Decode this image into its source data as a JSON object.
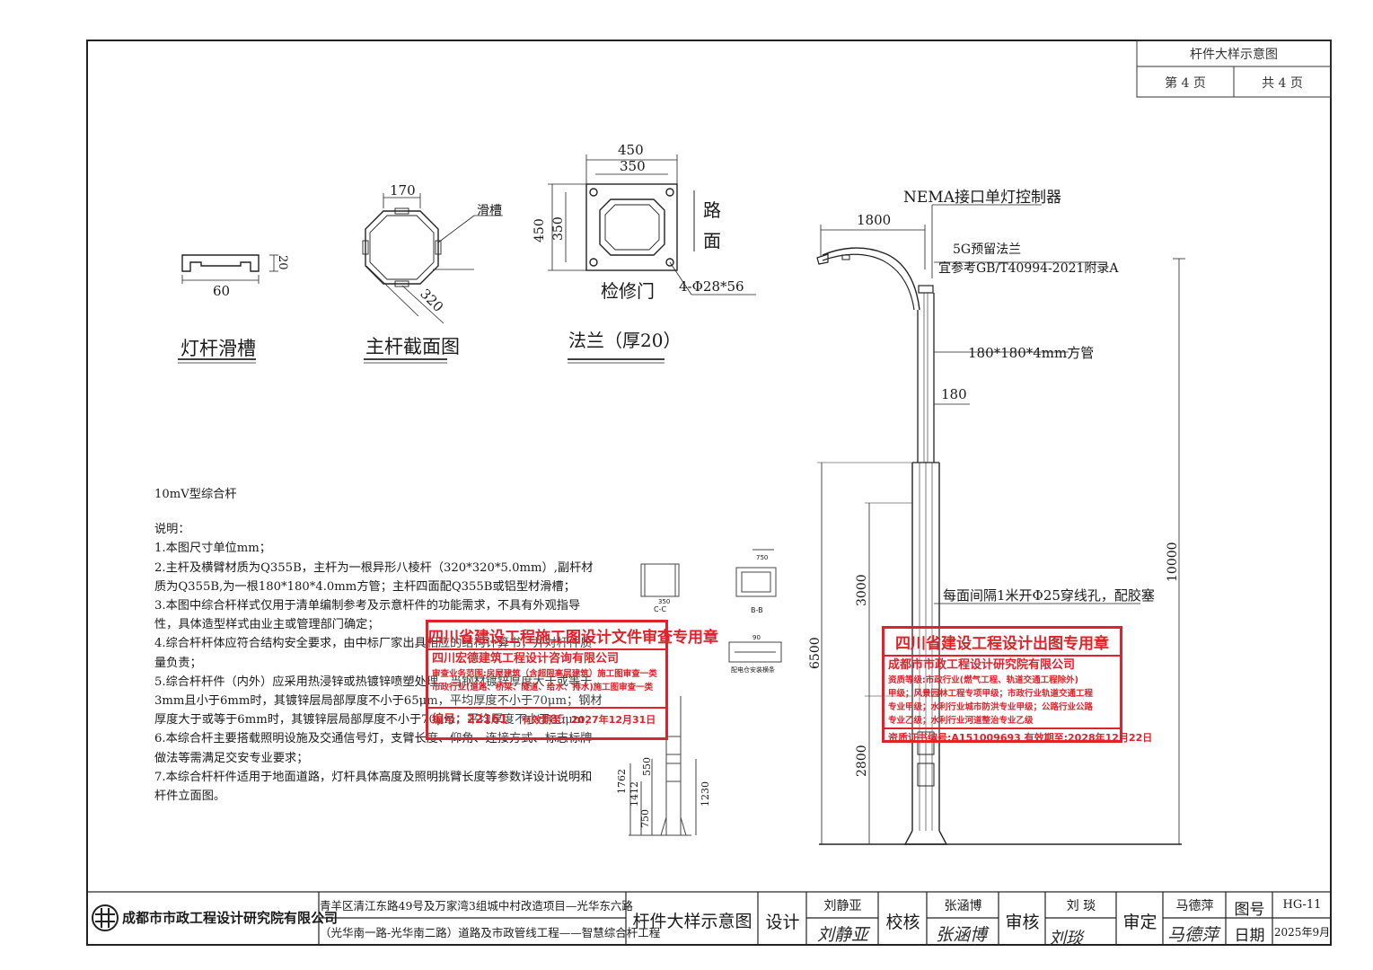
{
  "header": {
    "drawing_name": "杆件大样示意图",
    "page_current": "第 4 页",
    "page_total": "共 4 页"
  },
  "details": {
    "slot": {
      "title": "灯杆滑槽",
      "dim_width": "60",
      "dim_height": "20"
    },
    "section": {
      "title": "主杆截面图",
      "dim_top": "170",
      "dim_diag": "320",
      "callout": "滑槽"
    },
    "flange": {
      "title": "法兰（厚20）",
      "dim_outer_w": "450",
      "dim_inner_w": "350",
      "dim_outer_h": "450",
      "dim_inner_h": "350",
      "road_label": "路\n面",
      "road_1": "路",
      "road_2": "面",
      "inspection": "检修门",
      "holes": "4-Φ28*56"
    }
  },
  "pole": {
    "controller": "NEMA接口单灯控制器",
    "arm_length": "1800",
    "flange_5g": "5G预留法兰",
    "flange_ref": "宜参考GB/T40994-2021附录A",
    "tube": "180*180*4mm方管",
    "tube_width": "180",
    "holes_note": "每面间隔1米开Φ25穿线孔，配胶塞",
    "dim_3000": "3000",
    "dim_2800": "2800",
    "dim_6500": "6500",
    "dim_10000": "10000"
  },
  "small_details": {
    "cc": "C-C",
    "bb": "B-B",
    "cc_dim": "350",
    "bb_dim": "750",
    "box_dim": "90",
    "box_note": "配电仓安装横条",
    "elev_1762": "1762",
    "elev_1412": "1412",
    "elev_750": "750",
    "elev_550": "550",
    "elev_1230": "1230"
  },
  "notes": {
    "pole_type": "10mV型综合杆",
    "heading": "说明：",
    "items": [
      "1.本图尺寸单位mm；",
      "2.主杆及横臂材质为Q355B，主杆为一根异形八棱杆（320*320*5.0mm）,副杆材质为Q355B,为一根180*180*4.0mm方管；主杆四面配Q355B或铝型材滑槽；",
      "3.本图中综合杆样式仅用于清单编制参考及示意杆件的功能需求，不具有外观指导性，具体造型样式由业主或管理部门确定；",
      "4.综合杆杆体应符合结构安全要求，由中标厂家出具相应的结构计算书，并对杆件质量负责；",
      "5.综合杆杆件（内外）应采用热浸锌或热镀锌喷塑处理。当钢材镀锌厚度大于或等于3mm且小于6mm时，其镀锌层局部厚度不小于65μm，平均厚度不小于70μm；钢材厚度大于或等于6mm时，其镀锌层局部厚度不小于70μm，平均厚度不小于85μm；",
      "6.本综合杆主要搭载照明设施及交通信号灯，支臂长度、仰角、连接方式、标志标牌做法等需满足交安专业要求；",
      "7.本综合杆杆件适用于地面道路，灯杆具体高度及照明挑臂长度等参数详设计说明和杆件立面图。"
    ]
  },
  "stamp_review": {
    "title": "四川省建设工程施工图设计文件审查专用章",
    "line1": "四川宏德建筑工程设计咨询有限公司",
    "line2": "审查业务范围:房屋建筑（含超限高层建筑）施工图审查一类",
    "line3": "市政行业(道路、桥梁、隧道、给水、排水)施工图审查一类",
    "line4": "",
    "number": "编号：22161",
    "expiry": "有效期至：2027年12月31日"
  },
  "stamp_design": {
    "title": "四川省建设工程设计出图专用章",
    "line1": "成都市市政工程设计研究院有限公司",
    "line2": "资质等级:市政行业(燃气工程、轨道交通工程除外)",
    "line3": "甲级；风景园林工程专项甲级；市政行业轨道交通工程",
    "line4": "专业甲级；水利行业城市防洪专业甲级；公路行业公路",
    "line5": "专业乙级；水利行业河道整治专业乙级",
    "foot": "资质证书编号:A151009693 有效期至:2028年12月22日"
  },
  "title_block": {
    "company": "成都市市政工程设计研究院有限公司",
    "project_line1": "青羊区清江东路49号及万家湾3组城中村改造项目—光华东六路",
    "project_line2": "（光华南一路-光华南二路）道路及市政管线工程——智慧综合杆工程",
    "drawing_name": "杆件大样示意图",
    "design_label": "设计",
    "designer": "刘静亚",
    "check_label": "校核",
    "checker": "张涵博",
    "review_label": "审核",
    "reviewer": "刘 琰",
    "approve_label": "审定",
    "approver": "马德萍",
    "drawing_no_label": "图号",
    "drawing_no": "HG-11",
    "date_label": "日期",
    "date": "2025年9月"
  }
}
